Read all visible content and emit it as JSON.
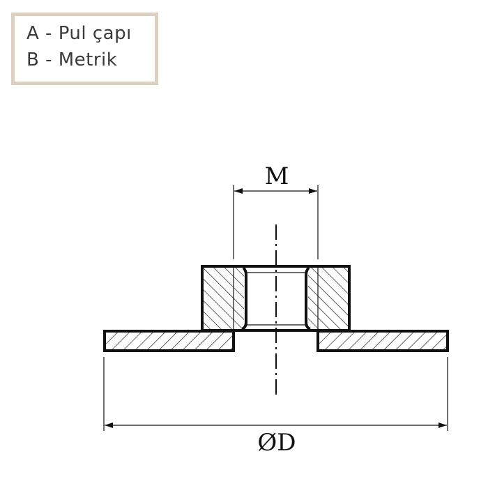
{
  "legend": {
    "items": [
      "A - Pul çapı",
      "B - Metrik"
    ]
  },
  "drawing": {
    "thread_label": "M",
    "diameter_label": "ØD"
  },
  "colors": {
    "legend_border": "#ddd0bf",
    "line": "#111111"
  }
}
